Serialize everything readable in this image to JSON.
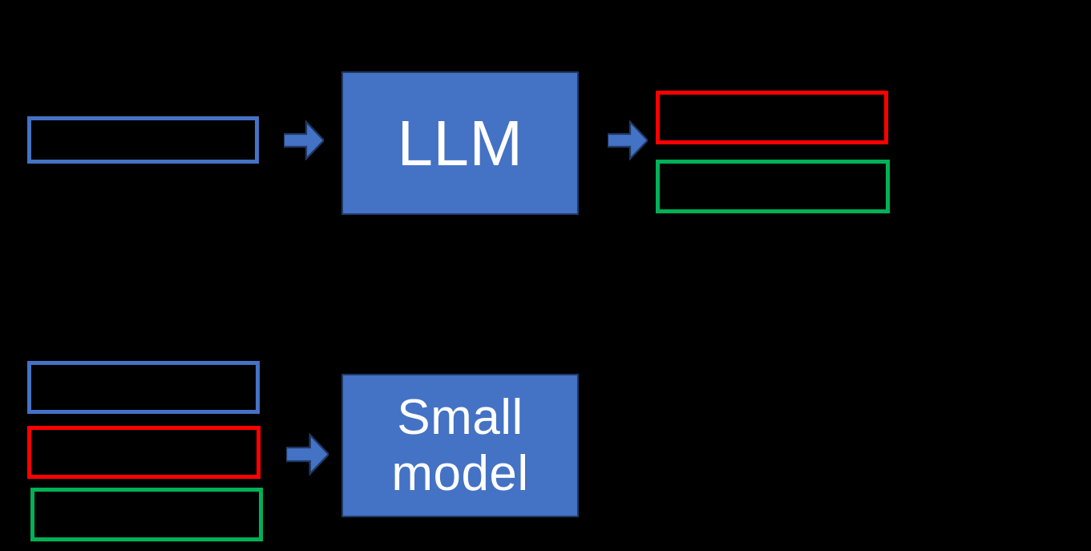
{
  "diagram": {
    "title": "LLM and small model pipeline diagram",
    "background_color": "#000000",
    "colors": {
      "blue": "#4472C4",
      "blue_dark_outline": "#1F3864",
      "red": "#FF0000",
      "green": "#00B157",
      "text_on_fill": "#FFFFFF"
    },
    "top_flow": {
      "input_box": {
        "label": "",
        "outline_color": "#4472C4"
      },
      "arrow_in": {
        "icon": "right-block-arrow-icon",
        "color": "#4472C4"
      },
      "model_box": {
        "label": "LLM",
        "fill_color": "#4472C4",
        "text_color": "#FFFFFF"
      },
      "arrow_out": {
        "icon": "right-block-arrow-icon",
        "color": "#4472C4"
      },
      "output_boxes": [
        {
          "label": "",
          "outline_color": "#FF0000"
        },
        {
          "label": "",
          "outline_color": "#00B157"
        }
      ]
    },
    "bottom_flow": {
      "input_boxes": [
        {
          "label": "",
          "outline_color": "#4472C4"
        },
        {
          "label": "",
          "outline_color": "#FF0000"
        },
        {
          "label": "",
          "outline_color": "#00B157"
        }
      ],
      "arrow_in": {
        "icon": "right-block-arrow-icon",
        "color": "#4472C4"
      },
      "model_box": {
        "label": "Small\nmodel",
        "fill_color": "#4472C4",
        "text_color": "#FFFFFF"
      }
    }
  }
}
